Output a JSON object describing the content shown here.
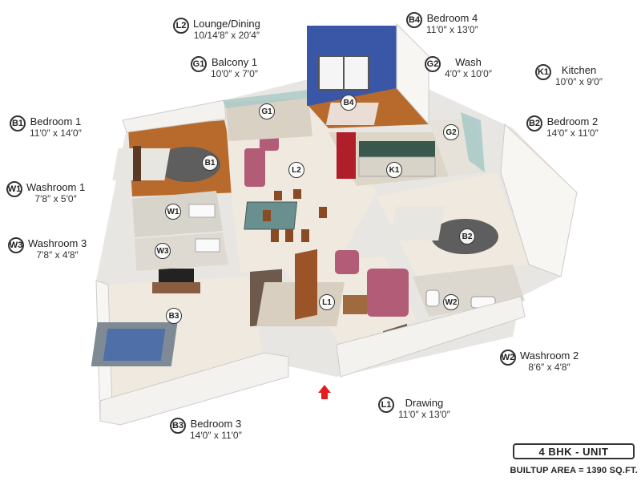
{
  "rooms": [
    {
      "id": "lounge",
      "code": "L2",
      "name": "Lounge/Dining",
      "dims": "10/14′8″ x 20′4″"
    },
    {
      "id": "balcony",
      "code": "G1",
      "name": "Balcony 1",
      "dims": "10′0″ x 7′0″"
    },
    {
      "id": "bed4",
      "code": "B4",
      "name": "Bedroom 4",
      "dims": "11′0″ x 13′0″"
    },
    {
      "id": "wash",
      "code": "G2",
      "name": "Wash",
      "dims": "4′0″ x 10′0″"
    },
    {
      "id": "kitchen",
      "code": "K1",
      "name": "Kitchen",
      "dims": "10′0″ x 9′0″"
    },
    {
      "id": "bed1",
      "code": "B1",
      "name": "Bedroom 1",
      "dims": "11′0″ x 14′0″"
    },
    {
      "id": "bed2",
      "code": "B2",
      "name": "Bedroom 2",
      "dims": "14′0″ x 11′0″"
    },
    {
      "id": "wash1",
      "code": "W1",
      "name": "Washroom 1",
      "dims": "7′8″ x 5′0″"
    },
    {
      "id": "wash3",
      "code": "W3",
      "name": "Washroom 3",
      "dims": "7′8″ x 4′8″"
    },
    {
      "id": "wash2",
      "code": "W2",
      "name": "Washroom 2",
      "dims": "8′6″ x 4′8″"
    },
    {
      "id": "bed3",
      "code": "B3",
      "name": "Bedroom 3",
      "dims": "14′0″ x 11′0″"
    },
    {
      "id": "drawing",
      "code": "L1",
      "name": "Drawing",
      "dims": "11′0″ x 13′0″"
    }
  ],
  "unit": {
    "type": "4 BHK - UNIT",
    "area": "BUILTUP AREA = 1390 SQ.FT."
  },
  "colors": {
    "wall": "#f4f2ee",
    "floor_tile": "#efe9df",
    "wood_floor": "#b86a2c",
    "accent_blue": "#3a56a6",
    "sofa": "#b35c78",
    "entry_arrow": "#e02020"
  }
}
